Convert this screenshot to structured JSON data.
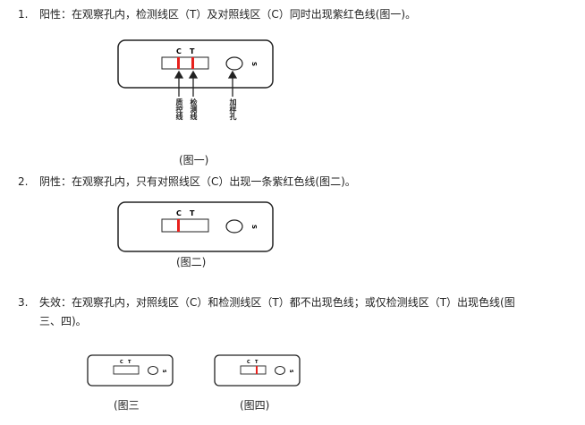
{
  "items": [
    {
      "number": "1.",
      "text": "阳性：在观察孔内，检测线区（T）及对照线区（C）同时出现紫红色线(图一)。"
    },
    {
      "number": "2.",
      "text": "阴性：在观察孔内，只有对照线区（C）出现一条紫红色线(图二)。"
    },
    {
      "number": "3.",
      "text_line1": "失效：在观察孔内，对照线区（C）和检测线区（T）都不出现色线；或仅检测线区（T）出现色线(图",
      "text_line2": "三、四)。"
    }
  ],
  "figures": {
    "fig1": {
      "caption": "(图一)",
      "c_label": "C",
      "t_label": "T",
      "s_label": "S",
      "arrow_labels": [
        "质控线",
        "检测线",
        "加样孔"
      ],
      "c_line": true,
      "t_line": true
    },
    "fig2": {
      "caption": "(图二)",
      "c_label": "C",
      "t_label": "T",
      "s_label": "S",
      "c_line": true,
      "t_line": false
    },
    "fig3": {
      "caption": "(图三",
      "c_label": "C",
      "t_label": "T",
      "s_label": "S",
      "c_line": false,
      "t_line": false
    },
    "fig4": {
      "caption": "(图四)",
      "c_label": "C",
      "t_label": "T",
      "s_label": "S",
      "c_line": false,
      "t_line": true
    }
  },
  "colors": {
    "line_red": "#e8211d",
    "ink": "#222222"
  }
}
